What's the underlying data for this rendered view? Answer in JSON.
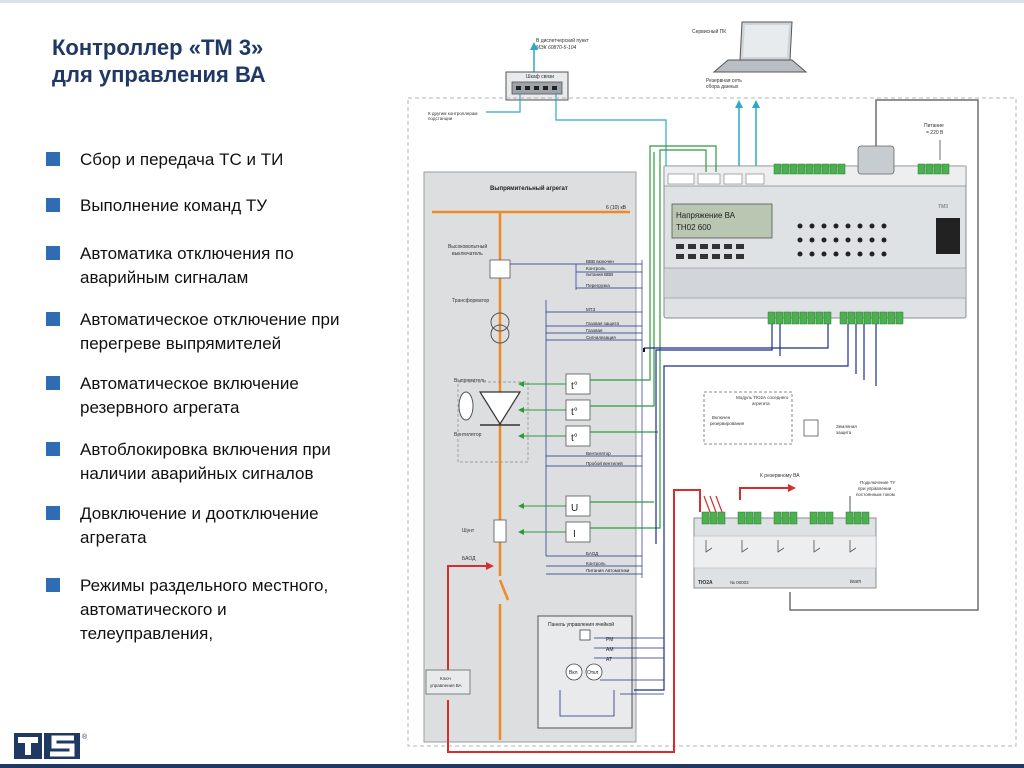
{
  "slide": {
    "title_line1": "Контроллер «ТМ 3»",
    "title_line2": "для управления ВА"
  },
  "bullets": [
    {
      "line1": "Сбор и передача ТС и ТИ",
      "line2": "",
      "line3": ""
    },
    {
      "line1": "Выполнение команд ТУ",
      "line2": "",
      "line3": ""
    },
    {
      "line1": "Автоматика отключения по",
      "line2": "аварийным сигналам",
      "line3": ""
    },
    {
      "line1": "Автоматическое отключение при",
      "line2": "перегреве выпрямителей",
      "line3": ""
    },
    {
      "line1": "Автоматическое включение",
      "line2": "резервного агрегата",
      "line3": ""
    },
    {
      "line1": "Автоблокировка включения при",
      "line2": "наличии аварийных сигналов",
      "line3": ""
    },
    {
      "line1": "Довключение и доотключение",
      "line2": "агрегата",
      "line3": ""
    },
    {
      "line1": "Режимы раздельного местного,",
      "line2": "автоматического и",
      "line3": "телеуправления,"
    }
  ],
  "colors": {
    "title": "#1f3864",
    "bullet_square": "#2e6db4",
    "red_wire": "#d32f2f",
    "green_wire": "#2e9b3a",
    "blue_wire": "#1c2f8a",
    "navy_bar": "#1f3864"
  },
  "diagram": {
    "dispatch_note_line1": "В диспетчерский пункт",
    "dispatch_note_line2": "МЭК 60870-5-104",
    "comm_cabinet": "Шкаф связи",
    "other_controllers_line1": "К другим контроллерам",
    "other_controllers_line2": "подстанции",
    "service_pc": "Сервисный ПК",
    "reserve_net_line1": "Резервная сеть",
    "reserve_net_line2": "сбора данных",
    "power_line1": "Питание",
    "power_line2": "= 220 В",
    "rectifier_unit": "Выпрямительный агрегат",
    "voltage": "6 (10) кВ",
    "hv_switch_line1": "Высоковольтный",
    "hv_switch_line2": "выключатель",
    "transformer": "Трансформатор",
    "rectifier": "Выпрямитель",
    "fan": "Вентилятор",
    "shunt": "Шунт",
    "baod": "БАОД",
    "signals": [
      {
        "line1": "ВВВ включен",
        "line2": ""
      },
      {
        "line1": "Контроль",
        "line2": "питания ВВВ"
      },
      {
        "line1": "Перегрузка",
        "line2": ""
      },
      {
        "line1": "МТЗ",
        "line2": ""
      },
      {
        "line1": "Газовая защита",
        "line2": ""
      },
      {
        "line1": "Газовая",
        "line2": ""
      },
      {
        "line1": "Сигнализация",
        "line2": ""
      },
      {
        "line1": "Вентилятор",
        "line2": ""
      },
      {
        "line1": "Пробой вентилей",
        "line2": ""
      },
      {
        "line1": "БАОД",
        "line2": ""
      },
      {
        "line1": "Контроль",
        "line2": "Питания Автоматики"
      }
    ],
    "sensors": [
      "t°",
      "t°",
      "t°",
      "U",
      "I"
    ],
    "display_line1": "Напряжение  ВА",
    "display_line2": "ТН02   600",
    "controller_label": "ТМ3",
    "module_line1": "Модуль ТЮ2А соседнего",
    "module_line2": "агрегата",
    "reserve_enable_line1": "Включен",
    "reserve_enable_line2": "резервирования",
    "ground_protection_line1": "Земляная",
    "ground_protection_line2": "защита",
    "to_reserve_va": "К резервному ВА",
    "tu_power_line1": "Подключение ТУ",
    "tu_power_line2": "при управлении",
    "tu_power_line3": "постоянным током",
    "module_name": "ТЮ2А",
    "module_number": "№ 00003",
    "brand": "team",
    "panel_title": "Панель управления ячейкой",
    "panel_rm": "РМ",
    "panel_am": "АМ",
    "panel_at": "АТ",
    "panel_on": "Вкл",
    "panel_off": "Откл",
    "local_control_line1": "Ключ",
    "local_control_line2": "управления ВА"
  },
  "logo": {
    "brand": "TS",
    "mark": "®"
  }
}
